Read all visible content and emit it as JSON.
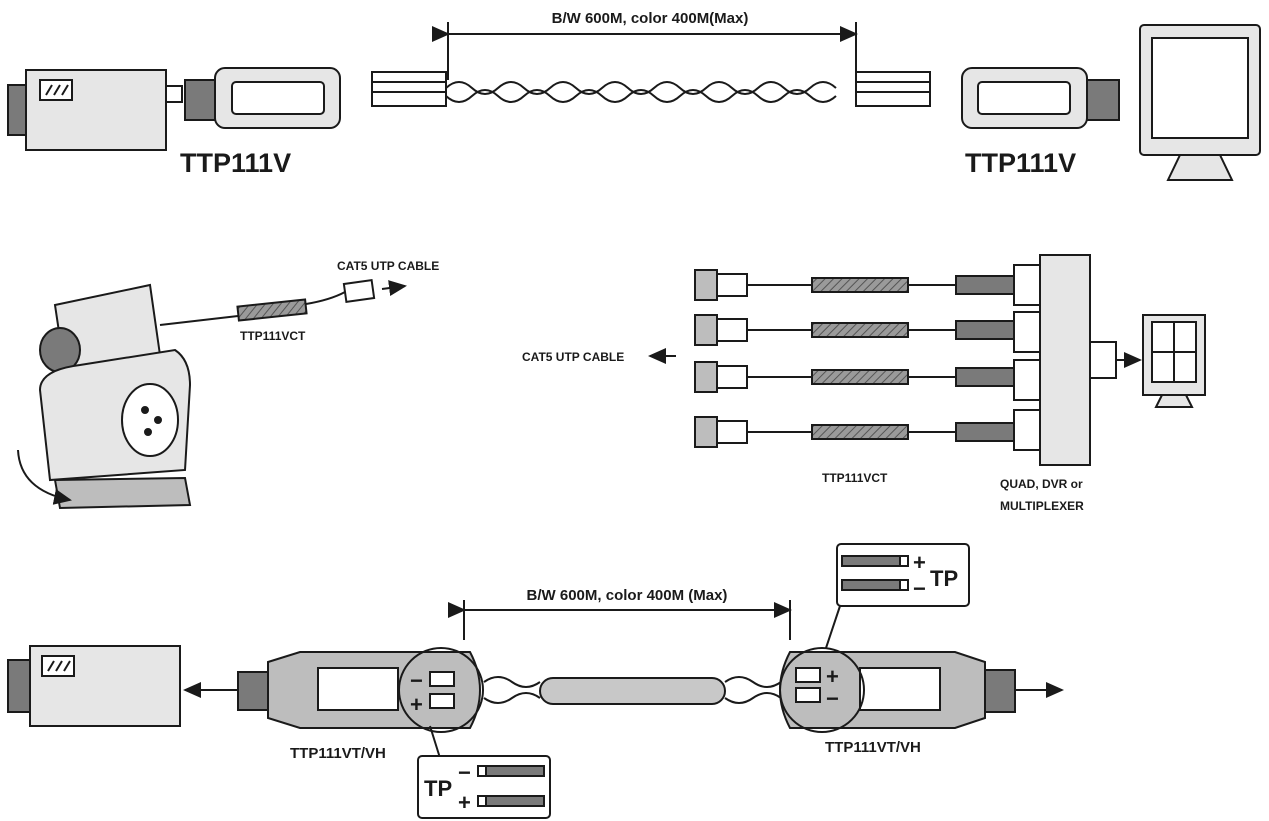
{
  "top_section": {
    "distance_label": "B/W 600M, color 400M(Max)",
    "left_device_label": "TTP111V",
    "right_device_label": "TTP111V"
  },
  "ptz_section": {
    "cable_label": "CAT5 UTP CABLE",
    "device_label": "TTP111VCT"
  },
  "quad_section": {
    "cable_label": "CAT5 UTP CABLE",
    "device_label": "TTP111VCT",
    "recorder_label_line1": "QUAD, DVR or",
    "recorder_label_line2": "MULTIPLEXER"
  },
  "bottom_section": {
    "distance_label": "B/W 600M, color 400M (Max)",
    "left_device_label": "TTP111VT/VH",
    "right_device_label": "TTP111VT/VH",
    "left_terminal": {
      "tp": "TP",
      "minus": "−",
      "plus": "+"
    },
    "right_terminal": {
      "tp": "TP",
      "minus": "−",
      "plus": "+"
    }
  },
  "colors": {
    "line": "#1a1a1a",
    "fill_light": "#e6e6e6",
    "fill_mid": "#bdbdbd",
    "fill_dark": "#7a7a7a"
  }
}
